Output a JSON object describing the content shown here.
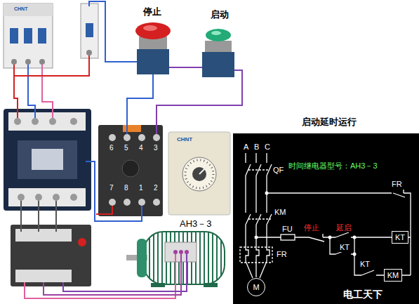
{
  "diagram": {
    "title": "启动延时运行",
    "nodes": [
      {
        "text": [
          "KT"
        ]
      },
      {
        "text": [
          "KM"
        ]
      },
      {
        "text": [
          "M"
        ]
      }
    ],
    "labels": [
      "停止",
      "启动",
      "6",
      "5",
      "4",
      "3",
      "7",
      "8",
      "1",
      "2",
      "AH3－3",
      "CHNT",
      "CHNT",
      "时间继电器型号：AH3－3",
      "A",
      "B",
      "C",
      "QF",
      "FU",
      "停止",
      "延启",
      "KT",
      "KM",
      "KT",
      "FR",
      "FR",
      "电工天下"
    ]
  }
}
